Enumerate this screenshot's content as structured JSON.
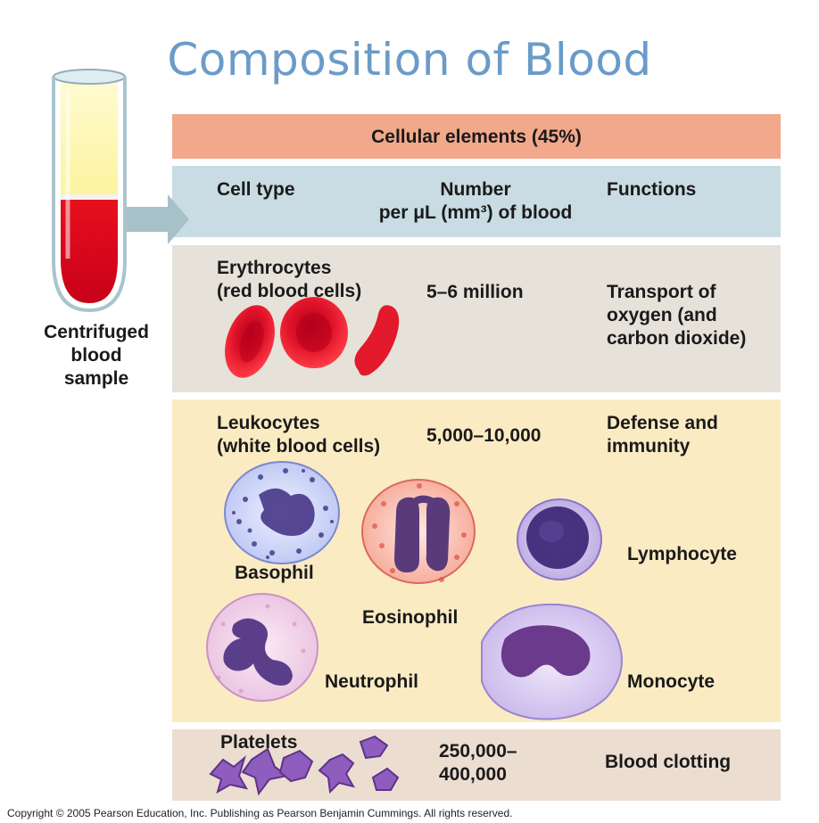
{
  "title": "Composition of Blood",
  "tube_label": [
    "Centrifuged",
    "blood",
    "sample"
  ],
  "cellular_header": "Cellular elements (45%)",
  "columns": {
    "cell_type": "Cell type",
    "number": [
      "Number",
      "per μL (mm³) of blood"
    ],
    "functions": "Functions"
  },
  "erythrocytes": {
    "name": [
      "Erythrocytes",
      "(red blood cells)"
    ],
    "number": "5–6 million",
    "function": [
      "Transport of",
      "oxygen (and",
      "carbon dioxide)"
    ]
  },
  "leukocytes": {
    "name": [
      "Leukocytes",
      "(white blood cells)"
    ],
    "number": "5,000–10,000",
    "function": [
      "Defense and",
      "immunity"
    ],
    "types": {
      "basophil": "Basophil",
      "eosinophil": "Eosinophil",
      "lymphocyte": "Lymphocyte",
      "neutrophil": "Neutrophil",
      "monocyte": "Monocyte"
    }
  },
  "platelets": {
    "name": "Platelets",
    "number": [
      "250,000–",
      "400,000"
    ],
    "function": "Blood clotting"
  },
  "copyright": "Copyright © 2005 Pearson Education, Inc. Publishing as Pearson Benjamin Cummings. All rights reserved.",
  "colors": {
    "title": "#6a9bc9",
    "cellular_band": "#f2a88a",
    "header_band": "#c9dbe3",
    "erythrocyte_band": "#e6e2d9",
    "leukocyte_band": "#fbebc3",
    "platelet_band": "#ecddd1"
  }
}
